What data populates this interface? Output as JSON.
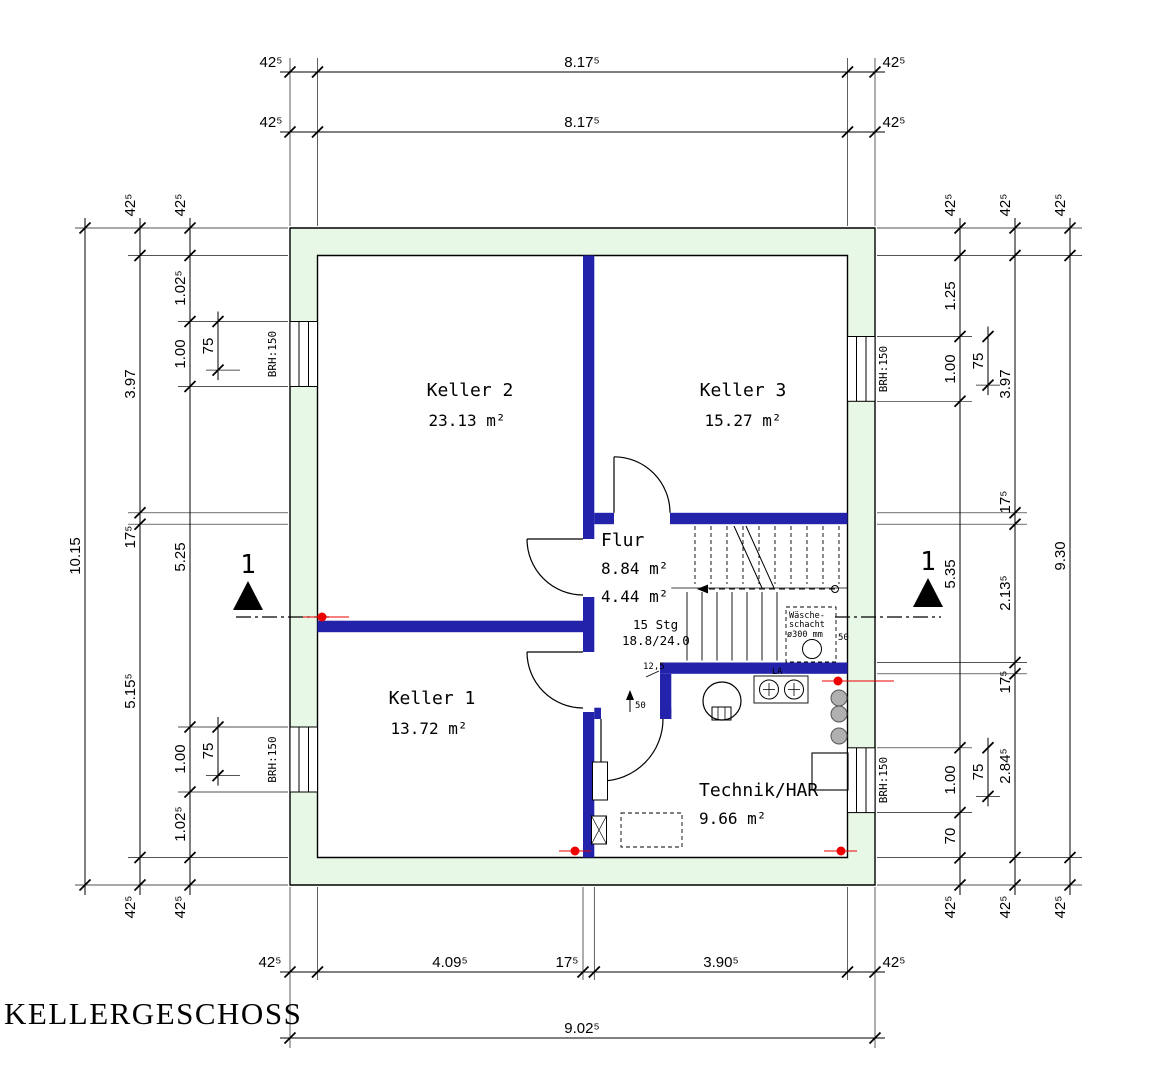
{
  "title": "KELLERGESCHOSS",
  "section_label": "1",
  "sill_label": "BRH:150",
  "rooms": {
    "keller2": {
      "name": "Keller 2",
      "area": "23.13 m²"
    },
    "keller3": {
      "name": "Keller 3",
      "area": "15.27 m²"
    },
    "keller1": {
      "name": "Keller 1",
      "area": "13.72 m²"
    },
    "flur": {
      "name": "Flur",
      "area1": "8.84 m²",
      "area2": "4.44 m²"
    },
    "technik": {
      "name": "Technik/HAR",
      "area": "9.66 m²"
    }
  },
  "annotations": {
    "stair_steps": "15 Stg",
    "stair_ratio": "18.8/24.0",
    "note_125": "12,5",
    "note_50_left": "50",
    "note_50_right": "50",
    "chute_line1": "Wäsche-",
    "chute_line2": "schacht",
    "chute_line3": "ø300 mm",
    "fixture": "LA"
  },
  "dims": {
    "top_outer": [
      "42⁵",
      "8.17⁵",
      "42⁵"
    ],
    "top_inner": [
      "42⁵",
      "8.17⁵",
      "42⁵"
    ],
    "bottom_detail": [
      "42⁵",
      "4.09⁵",
      "17⁵",
      "3.90⁵",
      "42⁵"
    ],
    "bottom_total": [
      "9.02⁵"
    ],
    "left_total": [
      "10.15"
    ],
    "left_mid": [
      "42⁵",
      "3.97",
      "17⁵",
      "5.15⁵",
      "42⁵"
    ],
    "left_inner": [
      "42⁵",
      "1.02⁵",
      "1.00",
      "5.25",
      "1.00",
      "1.02⁵",
      "42⁵"
    ],
    "left_windows": [
      "75",
      "75"
    ],
    "right_inner": [
      "42⁵",
      "1.25",
      "1.00",
      "5.35",
      "1.00",
      "70",
      "42⁵"
    ],
    "right_mid": [
      "42⁵",
      "3.97",
      "17⁵",
      "2.13⁵",
      "17⁵",
      "2.84⁵",
      "42⁵"
    ],
    "right_total": [
      "42⁵",
      "9.30",
      "42⁵"
    ],
    "right_windows": [
      "75",
      "75"
    ]
  },
  "colors": {
    "exterior_wall_fill": "#E8F8E6",
    "interior_wall": "#2222AA",
    "marker_red": "#EE0000",
    "outline": "#000000"
  }
}
